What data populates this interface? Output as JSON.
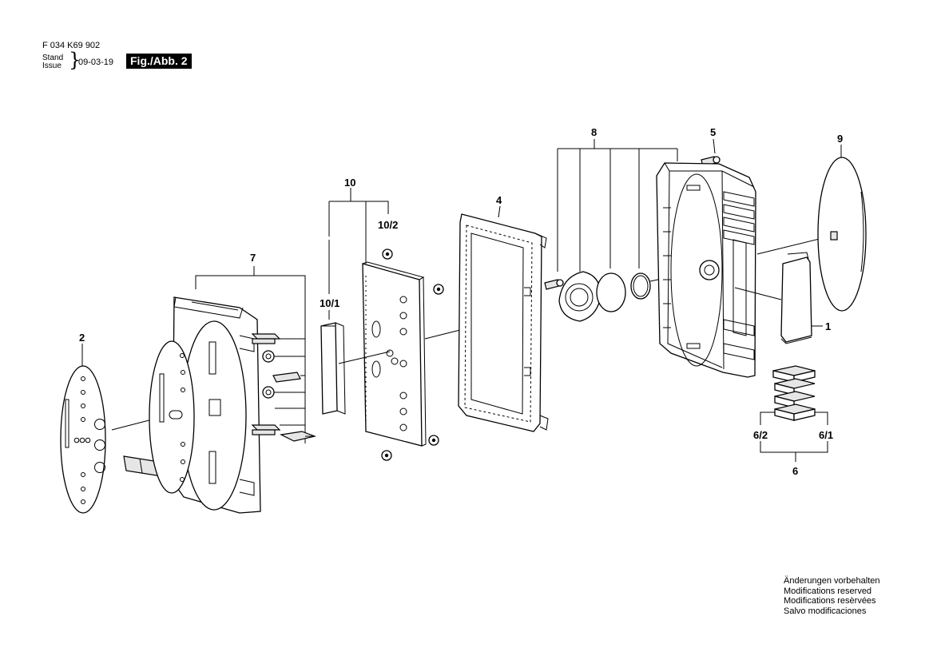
{
  "header": {
    "doc_number": "F 034 K69 902",
    "stand": "Stand",
    "issue": "Issue",
    "date": "09-03-19",
    "figure": "Fig./Abb. 2"
  },
  "callouts": {
    "c1": "1",
    "c2": "2",
    "c4": "4",
    "c5": "5",
    "c6": "6",
    "c6_1": "6/1",
    "c6_2": "6/2",
    "c7": "7",
    "c8": "8",
    "c9": "9",
    "c10": "10",
    "c10_1": "10/1",
    "c10_2": "10/2"
  },
  "footer_notes": [
    "Änderungen vorbehalten",
    "Modifications reserved",
    "Modifications resèrvées",
    "Salvo modificaciones"
  ]
}
